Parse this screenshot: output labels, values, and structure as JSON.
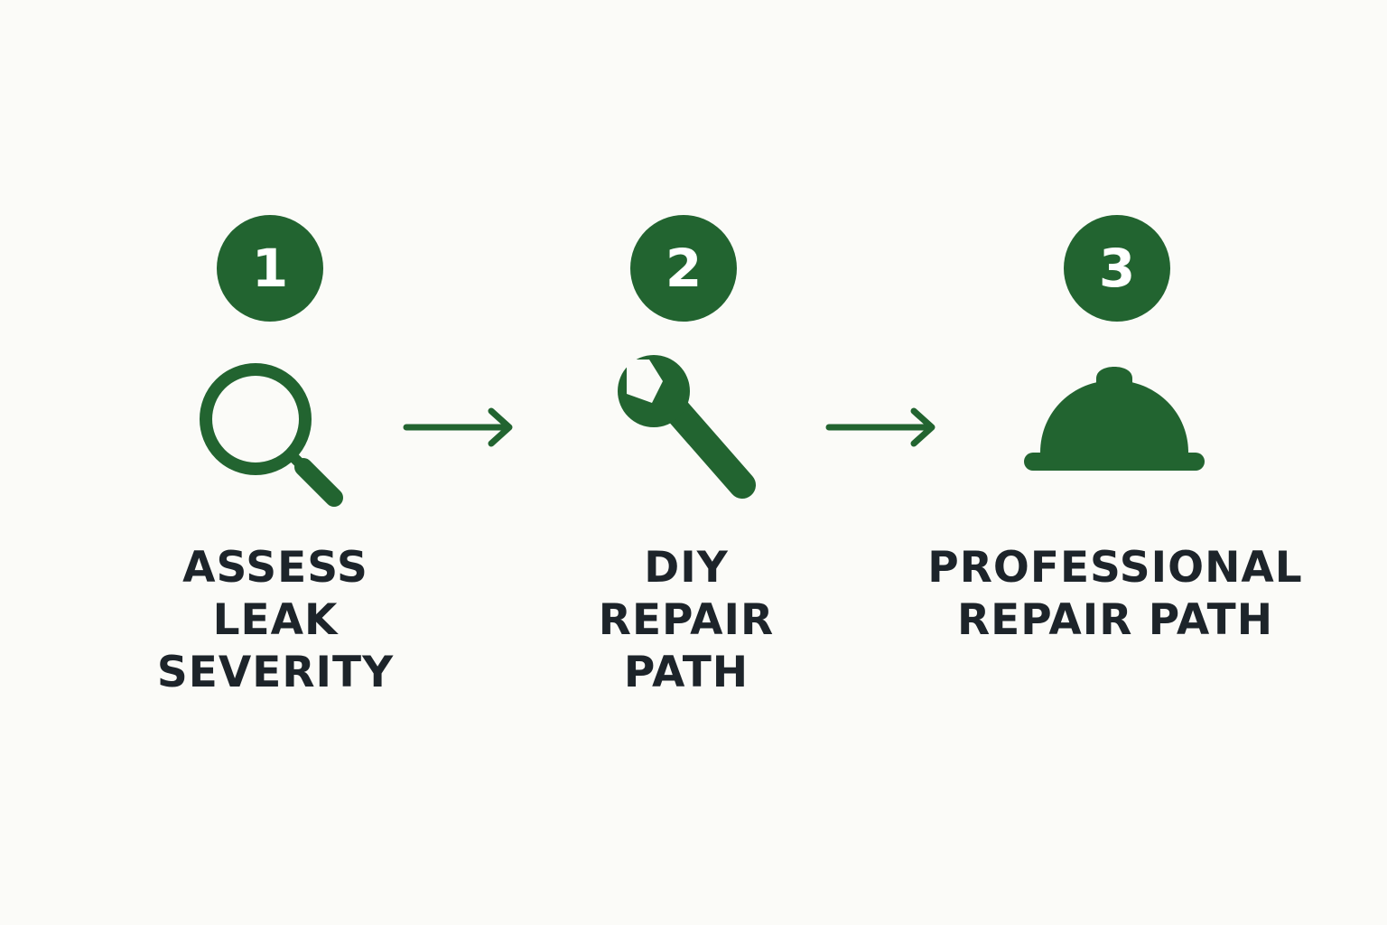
{
  "colors": {
    "accent": "#226430",
    "text": "#1d242a",
    "background": "#fbfbf8"
  },
  "steps": [
    {
      "number": "1",
      "icon": "magnifying-glass-icon",
      "label_lines": [
        "ASSESS",
        "LEAK",
        "SEVERITY"
      ]
    },
    {
      "number": "2",
      "icon": "wrench-icon",
      "label_lines": [
        "DIY",
        "REPAIR",
        "PATH"
      ]
    },
    {
      "number": "3",
      "icon": "hard-hat-icon",
      "label_lines": [
        "PROFESSIONAL",
        "REPAIR PATH"
      ]
    }
  ],
  "connectors": [
    "arrow-right-icon",
    "arrow-right-icon"
  ]
}
